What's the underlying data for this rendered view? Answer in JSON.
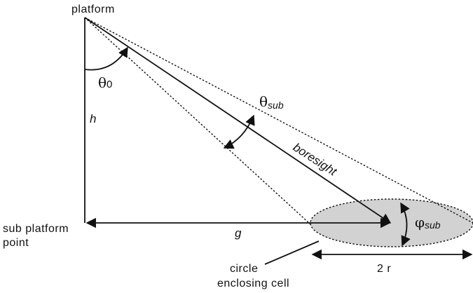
{
  "labels": {
    "platform": "platform",
    "theta0_symbol": "θ",
    "theta0_subscript": "0",
    "h": "h",
    "theta_sub_symbol": "θ",
    "theta_sub_subscript": "sub",
    "boresight": "boresight",
    "sub_platform_line1": "sub platform",
    "sub_platform_line2": "point",
    "g": "g",
    "phi_sub_symbol": "φ",
    "phi_sub_subscript": "sub",
    "circle_line1": "circle",
    "circle_line2": "enclosing cell",
    "two_r": "2 r"
  },
  "colors": {
    "ink": "#111111",
    "ellipse_fill": "#d2d2d2",
    "background": "#ffffff"
  }
}
